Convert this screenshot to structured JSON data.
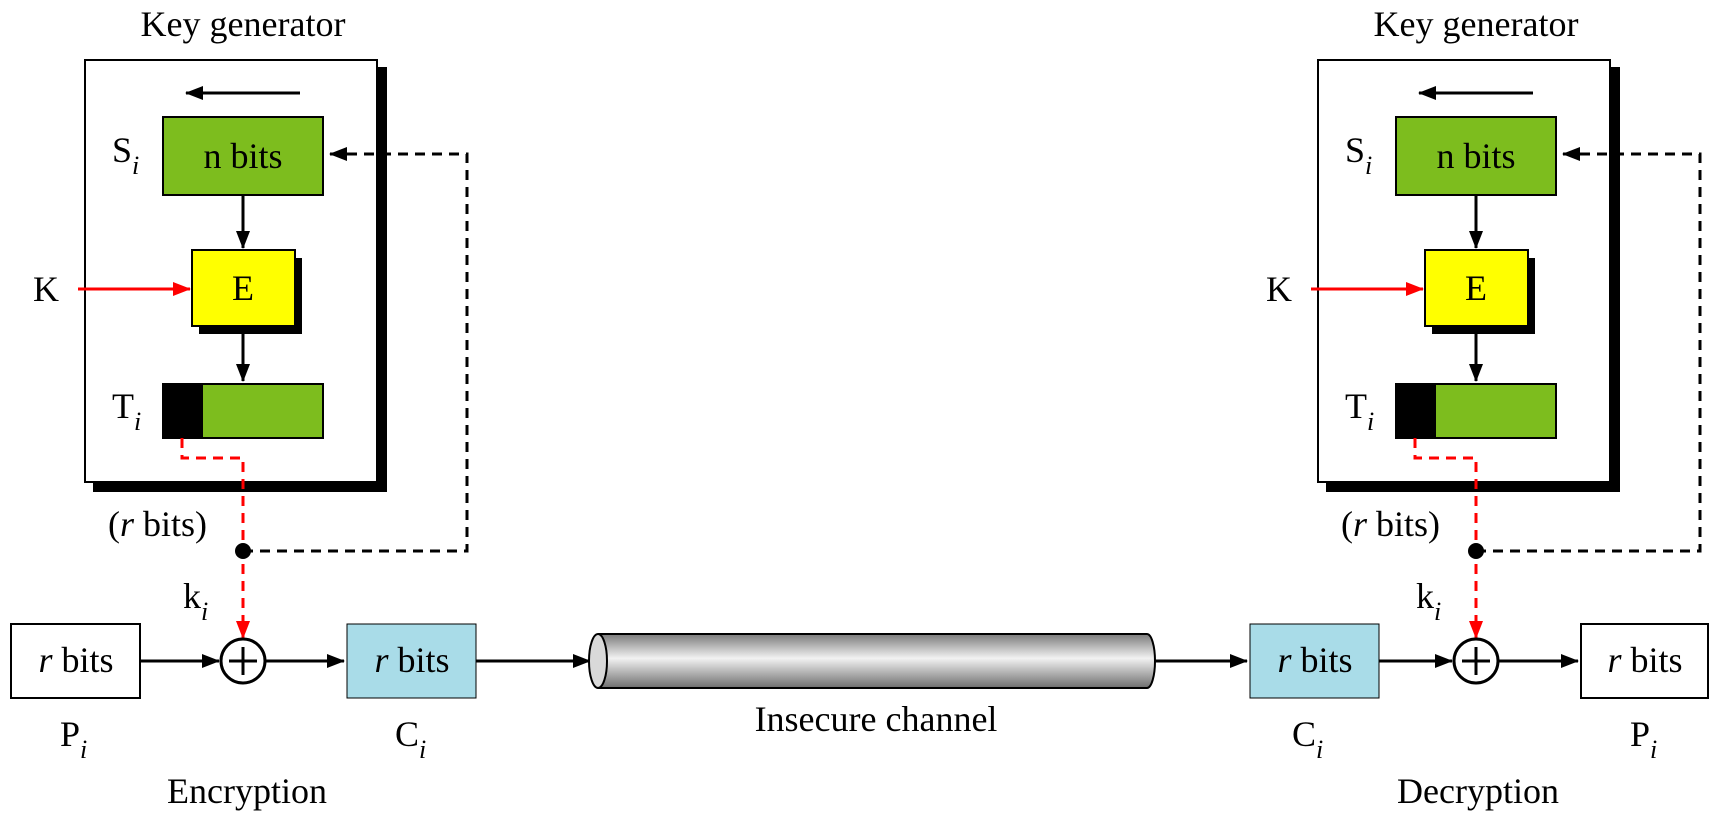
{
  "colors": {
    "shift_register": "#7dbd1e",
    "cipher_box": "#ffff00",
    "ciphertext_box": "#a9dce8",
    "red_line": "#ff0000",
    "black": "#000000",
    "channel": "#b0b0b0"
  },
  "key_gen": {
    "title": "Key generator",
    "s_letter": "S",
    "t_letter": "T",
    "index": "i",
    "n_bits": "n bits",
    "e_label": "E",
    "k_label": "K",
    "r_bits_paren_open": "(",
    "r_italic": "r",
    "r_bits_paren_rest": " bits)",
    "k_small": "k"
  },
  "enc": {
    "plaintext_r": "r",
    "plaintext_bits": " bits",
    "p_letter": "P",
    "c_letter": "C",
    "cipher_r": "r",
    "cipher_bits": " bits",
    "caption": "Encryption"
  },
  "channel": {
    "label": "Insecure channel"
  },
  "dec": {
    "cipher_r": "r",
    "cipher_bits": " bits",
    "c_letter": "C",
    "p_letter": "P",
    "plaintext_r": "r",
    "plaintext_bits": " bits",
    "caption": "Decryption"
  },
  "xor_symbol": "+"
}
